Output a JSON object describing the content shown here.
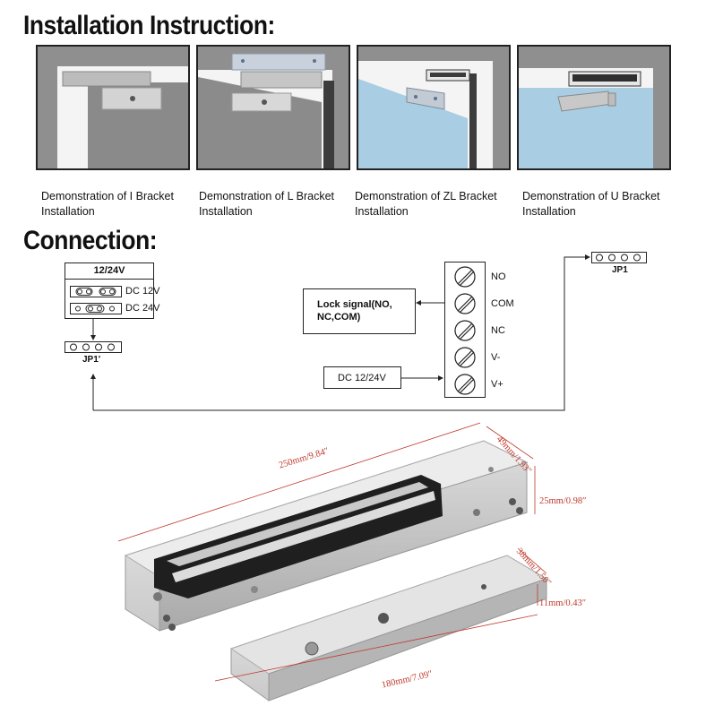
{
  "titles": {
    "installation": "Installation Instruction:",
    "connection": "Connection:"
  },
  "brackets": [
    {
      "line1": "Demonstration of I Bracket",
      "line2": "Installation"
    },
    {
      "line1": "Demonstration of L Bracket",
      "line2": "Installation"
    },
    {
      "line1": "Demonstration of ZL Bracket",
      "line2": "Installation"
    },
    {
      "line1": "Demonstration of U Bracket",
      "line2": "Installation"
    }
  ],
  "connection": {
    "power_header": "12/24V",
    "dc12": "DC 12V",
    "dc24": "DC 24V",
    "jp1_left": "JP1'",
    "jp1_right": "JP1",
    "lock_signal_line1": "Lock signal(NO,",
    "lock_signal_line2": "NC,COM)",
    "dc_input": "DC 12/24V",
    "terminals": [
      "NO",
      "COM",
      "NC",
      "V-",
      "V+"
    ]
  },
  "dimensions": {
    "length": "250mm/9.84″",
    "width": "49mm/1.93″",
    "height": "25mm/0.98″",
    "plate_width": "38mm/1.50″",
    "plate_thickness": "11mm/0.43″",
    "plate_length": "180mm/7.09″"
  },
  "colors": {
    "frame": "#8e8e8e",
    "glass": "#a8cde3",
    "dimension": "#c0392b"
  }
}
